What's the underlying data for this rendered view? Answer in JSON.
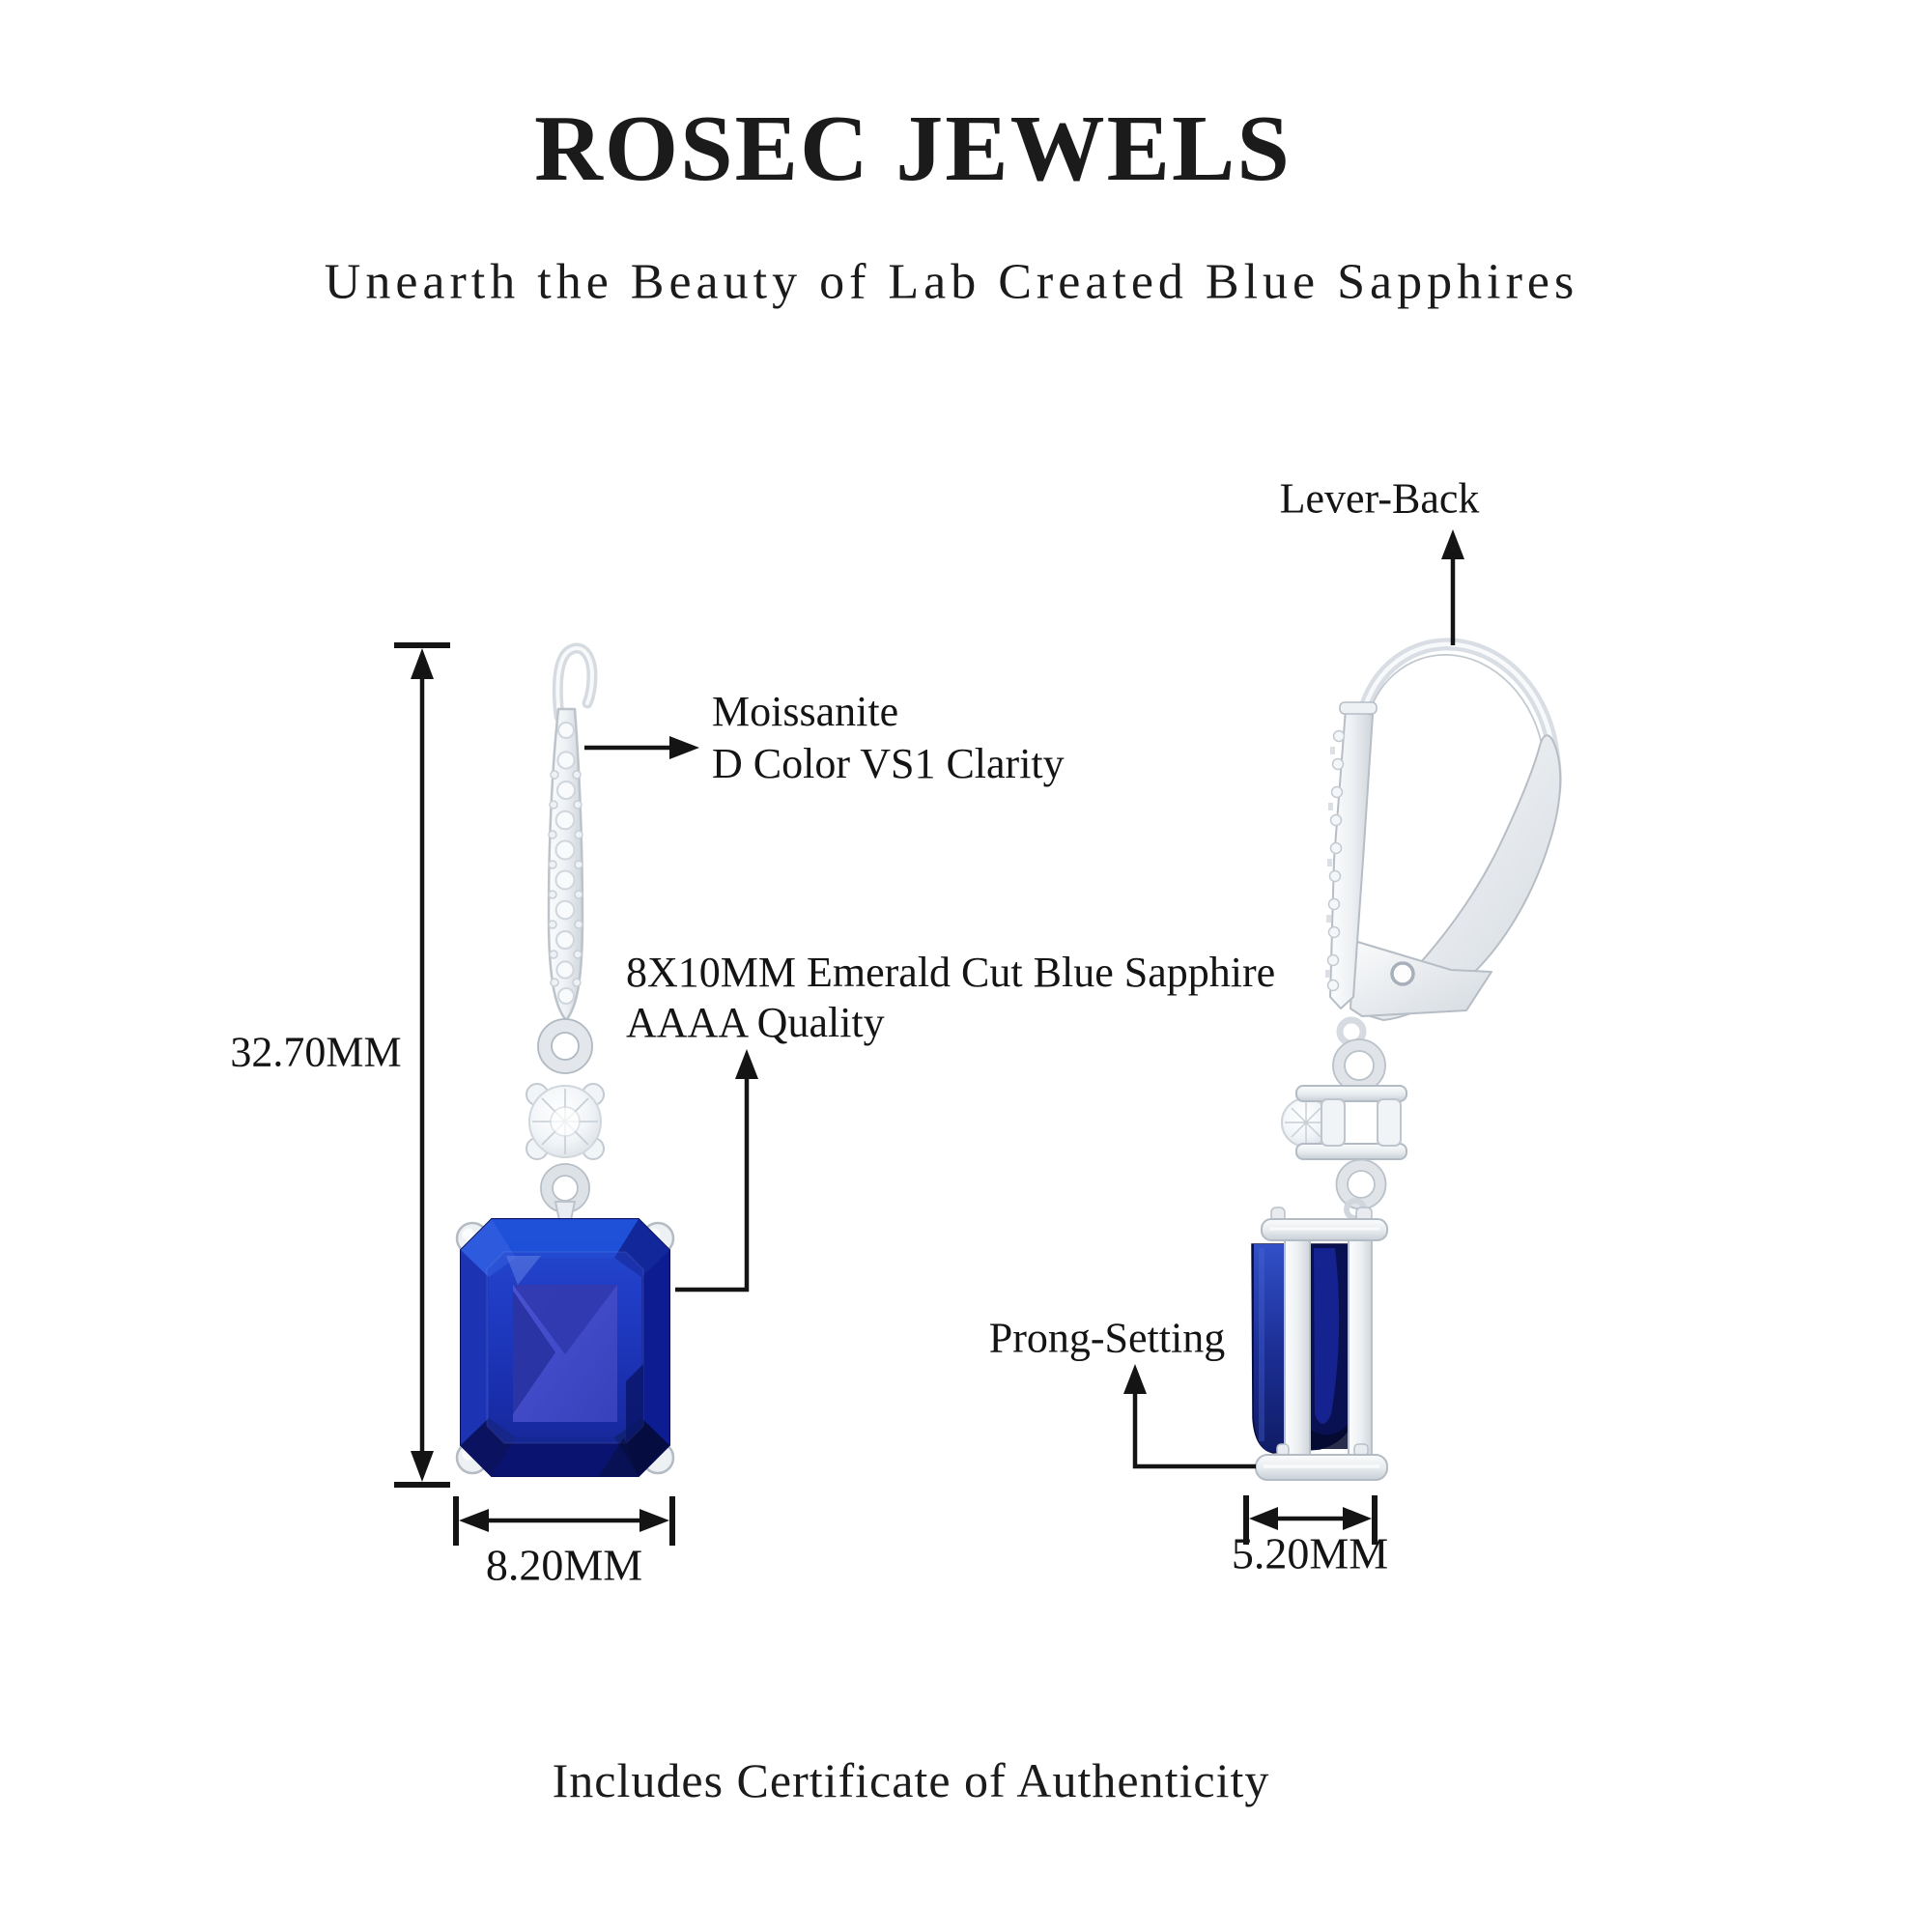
{
  "header": {
    "title": "ROSEC JEWELS",
    "subtitle": "Unearth the Beauty of Lab Created Blue Sapphires"
  },
  "annotations": {
    "moissanite_line1": "Moissanite",
    "moissanite_line2": "D Color VS1 Clarity",
    "sapphire_line1": "8X10MM Emerald Cut Blue Sapphire",
    "sapphire_line2": "AAAA Quality",
    "lever_back": "Lever-Back",
    "prong_setting": "Prong-Setting"
  },
  "dimensions": {
    "total_height": "32.70MM",
    "stone_width_front": "8.20MM",
    "stone_width_side": "5.20MM"
  },
  "footer": {
    "note": "Includes Certificate of Authenticity"
  },
  "colors": {
    "background": "#ffffff",
    "text": "#141414",
    "annotation_line": "#141414",
    "sapphire_light": "#3058da",
    "sapphire_mid": "#1d37c0",
    "sapphire_dark": "#0a1168",
    "sapphire_table": "#424bc8",
    "metal_light": "#fbfcfd",
    "metal_shadow": "#c9d0d7"
  }
}
